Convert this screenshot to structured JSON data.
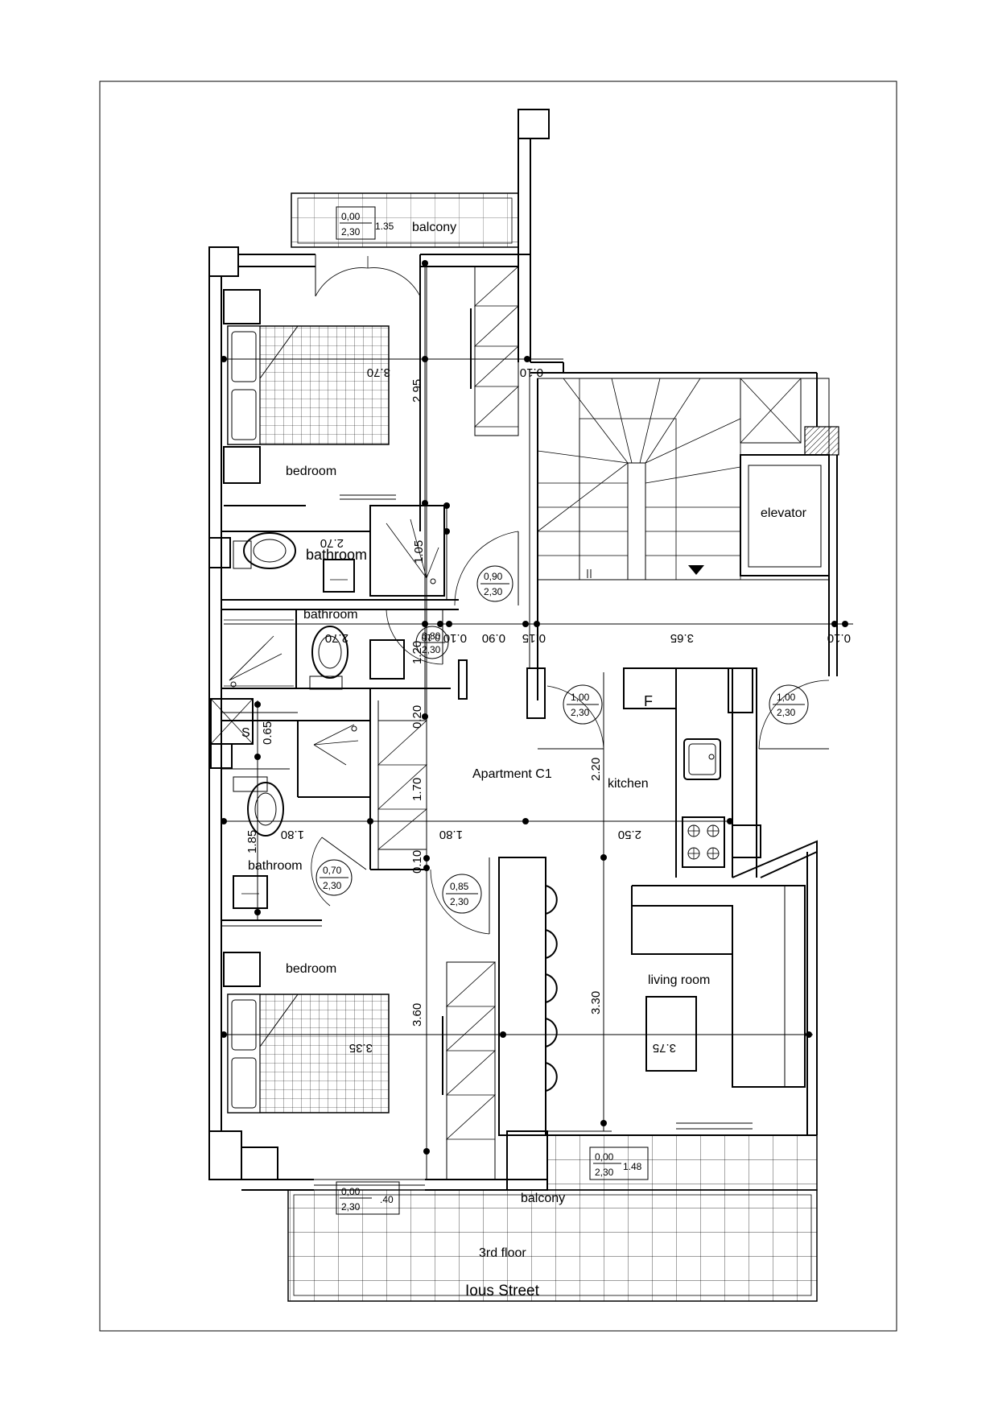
{
  "rooms": {
    "balcony_top": "balcony",
    "bedroom_top": "bedroom",
    "bathroom_upper": "bathroom",
    "bathroom_mid": "bathroom",
    "elevator": "elevator",
    "apartment": "Apartment C1",
    "kitchen": "kitchen",
    "bathroom_lower": "bathroom",
    "bedroom_bottom": "bedroom",
    "living_room": "living room",
    "balcony_bottom": "balcony",
    "storage": "S",
    "fridge": "F"
  },
  "dimensions": {
    "d_295": "2.95",
    "d_370": "3.70",
    "d_010_stair": "0.10",
    "d_270a": "2.70",
    "d_105": "1.05",
    "d_270b": "2.70",
    "d_120": "1.20",
    "d_010a": "0.10",
    "d_010b": "0.10",
    "d_090": "0.90",
    "d_015": "0.15",
    "d_365": "3.65",
    "d_010c": "0.10",
    "d_020": "0.20",
    "d_065": "0.65",
    "d_170": "1.70",
    "d_180a": "1.80",
    "d_180b": "1.80",
    "d_250": "2.50",
    "d_220": "2.20",
    "d_185": "1.85",
    "d_010d": "0.10",
    "d_360": "3.60",
    "d_335": "3.35",
    "d_330": "3.30",
    "d_375": "3.75"
  },
  "openings": [
    {
      "id": "balcony_top",
      "top": "0,00",
      "bottom": "2,30",
      "side": "1.35"
    },
    {
      "id": "door_090",
      "top": "0,90",
      "bottom": "2,30"
    },
    {
      "id": "door_080",
      "top": "0,80",
      "bottom": "2,30"
    },
    {
      "id": "door_100a",
      "top": "1,00",
      "bottom": "2,30"
    },
    {
      "id": "door_100b",
      "top": "1,00",
      "bottom": "2,30"
    },
    {
      "id": "door_070",
      "top": "0,70",
      "bottom": "2,30"
    },
    {
      "id": "door_085",
      "top": "0,85",
      "bottom": "2,30"
    },
    {
      "id": "window_148",
      "top": "0,00",
      "bottom": "2,30",
      "side": "1.48"
    },
    {
      "id": "window_140",
      "top": "0,00",
      "bottom": "2,30",
      "side": ".40"
    }
  ],
  "floor_label": "3rd floor",
  "street_label": "Ious Street"
}
